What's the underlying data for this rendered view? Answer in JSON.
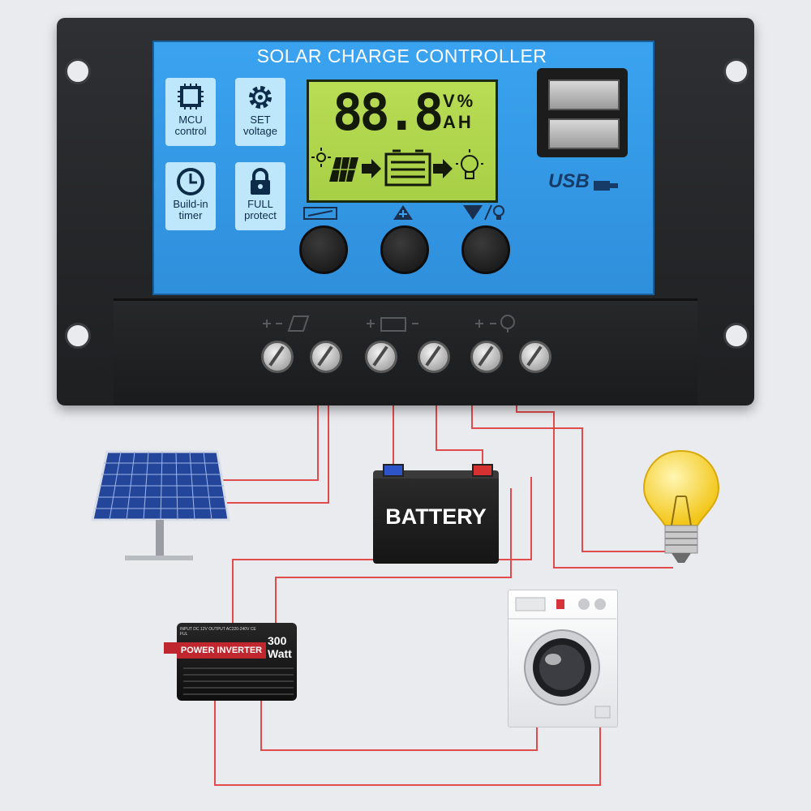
{
  "controller": {
    "title": "SOLAR CHARGE CONTROLLER",
    "features": [
      {
        "line1": "MCU",
        "line2": "control",
        "icon": "chip-icon"
      },
      {
        "line1": "SET",
        "line2": "voltage",
        "icon": "gear-icon"
      },
      {
        "line1": "Build-in",
        "line2": "timer",
        "icon": "clock-icon"
      },
      {
        "line1": "FULL",
        "line2": "protect",
        "icon": "lock-icon"
      }
    ],
    "display": {
      "digits": "88.8",
      "unit_top": "V%",
      "unit_bottom": "AH"
    },
    "usb_label": "USB",
    "buttons": [
      {
        "icon": "menu-icon"
      },
      {
        "icon": "up-icon"
      },
      {
        "icon": "down-light-icon"
      }
    ],
    "terminal_groups": [
      {
        "icon": "solar-panel-icon"
      },
      {
        "icon": "battery-icon"
      },
      {
        "icon": "load-bulb-icon"
      }
    ]
  },
  "devices": {
    "battery_label": "BATTERY",
    "inverter": {
      "band_label": "POWER INVERTER",
      "watt_value": "300",
      "watt_unit": "Watt",
      "small_print": "INPUT DC 12V OUTPUT AC220-240V CE FUL"
    }
  },
  "colors": {
    "face": "#3aa3f0",
    "lcd": "#b9dd55",
    "wire": "#e24b4b",
    "housing": "#2a2b2e"
  }
}
